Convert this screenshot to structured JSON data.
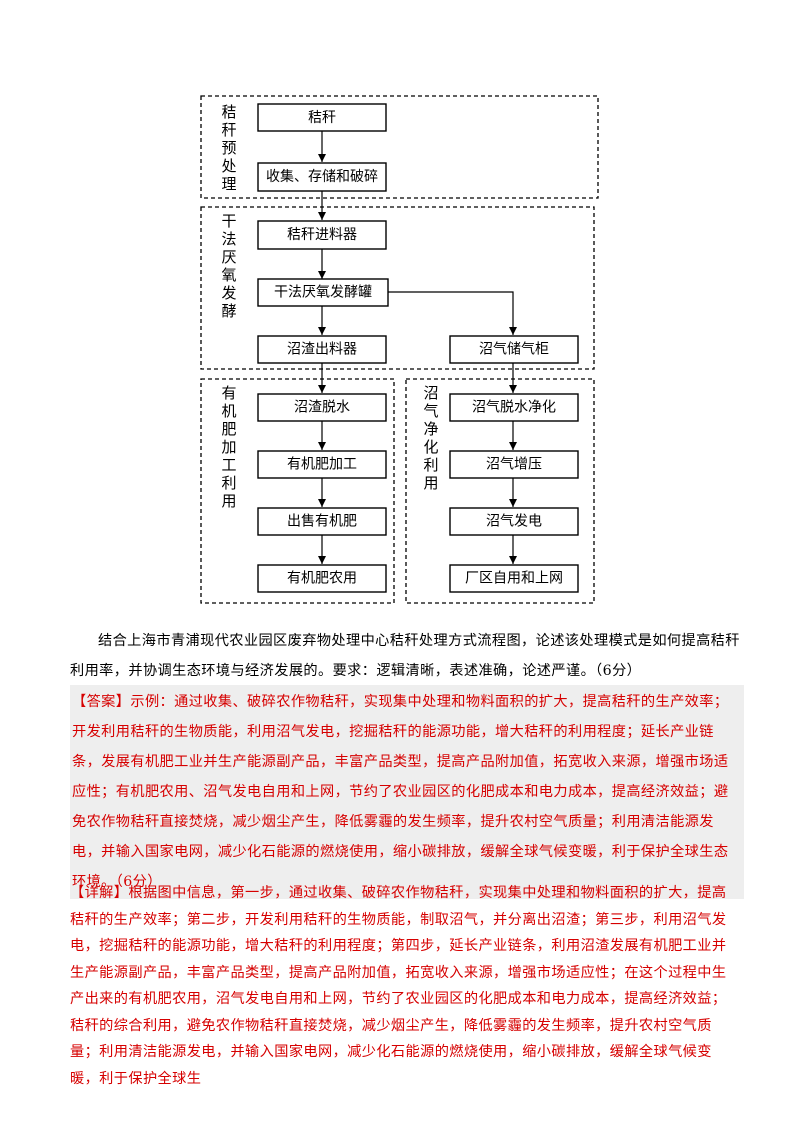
{
  "flowchart": {
    "sections": [
      {
        "id": "pre",
        "label": "秸秆预处理"
      },
      {
        "id": "dry",
        "label": "干法厌氧发酵"
      },
      {
        "id": "fert",
        "label": "有机肥加工利用"
      },
      {
        "id": "gas",
        "label": "沼气净化利用"
      }
    ],
    "boxes": {
      "straw": "秸秆",
      "collect": "收集、存储和破碎",
      "feeder": "秸秆进料器",
      "tank": "干法厌氧发酵罐",
      "residue_out": "沼渣出料器",
      "gas_store": "沼气储气柜",
      "dewater": "沼渣脱水",
      "fert_process": "有机肥加工",
      "sell": "出售有机肥",
      "fert_use": "有机肥农用",
      "purify": "沼气脱水净化",
      "boost": "沼气增压",
      "power": "沼气发电",
      "grid": "厂区自用和上网"
    }
  },
  "question": "结合上海市青浦现代农业园区废弃物处理中心秸秆处理方式流程图，论述该处理模式是如何提高秸秆利用率，并协调生态环境与经济发展的。要求：逻辑清晰，表述准确，论述严谨。（6分）",
  "answer": {
    "tag": "【答案】",
    "text": "示例：通过收集、破碎农作物秸秆，实现集中处理和物料面积的扩大，提高秸秆的生产效率；开发利用秸秆的生物质能，利用沼气发电，挖掘秸秆的能源功能，增大秸秆的利用程度；延长产业链条，发展有机肥工业并生产能源副产品，丰富产品类型，提高产品附加值，拓宽收入来源，增强市场适应性；有机肥农用、沼气发电自用和上网，节约了农业园区的化肥成本和电力成本，提高经济效益；避免农作物秸秆直接焚烧，减少烟尘产生，降低雾霾的发生频率，提升农村空气质量；利用清洁能源发电，并输入国家电网，减少化石能源的燃烧使用，缩小碳排放，缓解全球气候变暖，利于保护全球生态环境。（6分）"
  },
  "detail": {
    "tag": "【详解】",
    "text": "根据图中信息，第一步，通过收集、破碎农作物秸秆，实现集中处理和物料面积的扩大，提高秸秆的生产效率；第二步，开发利用秸秆的生物质能，制取沼气，并分离出沼渣；第三步，利用沼气发电，挖掘秸秆的能源功能，增大秸秆的利用程度；第四步，延长产业链条，利用沼渣发展有机肥工业并生产能源副产品，丰富产品类型，提高产品附加值，拓宽收入来源，增强市场适应性；在这个过程中生产出来的有机肥农用，沼气发电自用和上网，节约了农业园区的化肥成本和电力成本，提高经济效益；秸秆的综合利用，避免农作物秸秆直接焚烧，减少烟尘产生，降低雾霾的发生频率，提升农村空气质量；利用清洁能源发电，并输入国家电网，减少化石能源的燃烧使用，缩小碳排放，缓解全球气候变暖，利于保护全球生"
  }
}
